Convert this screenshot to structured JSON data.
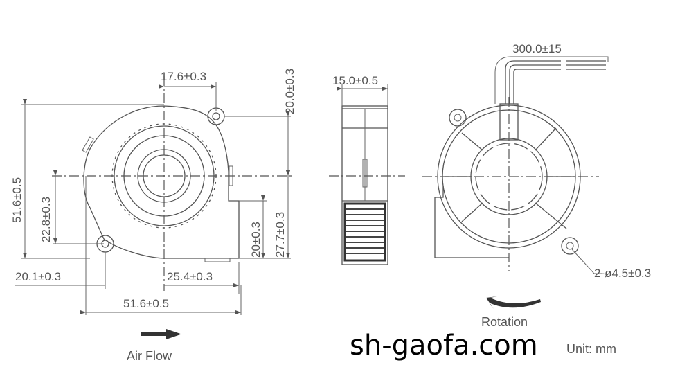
{
  "drawing": {
    "front_view": {
      "dims": {
        "outlet_offset": "17.6±0.3",
        "height_right": "20.0±0.3",
        "overall_height": "51.6±0.5",
        "hole_vertical": "22.8±0.3",
        "outlet_height": "20±0.3",
        "center_to_bottom": "27.7±0.3",
        "left_hole": "20.1±0.3",
        "center_to_right": "25.4±0.3",
        "overall_width": "51.6±0.5"
      },
      "airflow_label": "Air Flow"
    },
    "side_view": {
      "dims": {
        "thickness": "15.0±0.5"
      }
    },
    "back_view": {
      "dims": {
        "cable_length": "300.0±15",
        "mount_holes": "2-ø4.5±0.3"
      },
      "rotation_label": "Rotation"
    },
    "unit_label": "Unit: mm",
    "watermark": "sh-gaofa.com"
  }
}
